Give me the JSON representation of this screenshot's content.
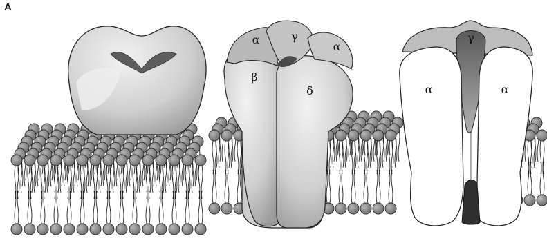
{
  "panel_label": "A",
  "middle_receptor_subunits": {
    "alpha_left": "α",
    "gamma": "γ",
    "alpha_right": "α",
    "beta": "β",
    "delta": "δ"
  },
  "right_cross_section_subunits": {
    "gamma": "γ",
    "alpha_left": "α",
    "alpha_right": "α"
  },
  "colors": {
    "lipid_head": "#8c8c8c",
    "lipid_head_stroke": "#2a2a2a",
    "protein_fill": "#d8d8d8",
    "protein_shadow": "#9a9a9a",
    "section_fill": "#ffffff",
    "pore": "#3c3c3c"
  }
}
